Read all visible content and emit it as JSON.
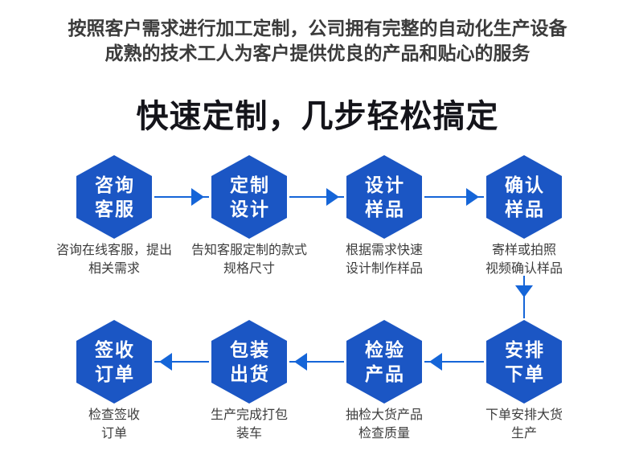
{
  "header": {
    "line1": "按照客户需求进行加工定制，公司拥有完整的自动化生产设备",
    "line2": "成熟的技术工人为客户提供优良的产品和贴心的服务"
  },
  "title": "快速定制，几步轻松搞定",
  "colors": {
    "hexagon": "#1b56c4",
    "arrow": "#1565d8",
    "title": "#14141a",
    "subtitle": "#3b3b3b",
    "caption": "#3d3d3d"
  },
  "icons": {
    "arrow_right": "css-triangle-right",
    "arrow_left": "css-triangle-left",
    "arrow_down": "css-triangle-down",
    "hexagon": "css-clip-path-hexagon"
  },
  "steps": [
    {
      "label_line1": "咨询",
      "label_line2": "客服",
      "caption_line1": "咨询在线客服，提出",
      "caption_line2": "相关需求"
    },
    {
      "label_line1": "定制",
      "label_line2": "设计",
      "caption_line1": "告知客服定制的款式",
      "caption_line2": "规格尺寸"
    },
    {
      "label_line1": "设计",
      "label_line2": "样品",
      "caption_line1": "根据需求快速",
      "caption_line2": "设计制作样品"
    },
    {
      "label_line1": "确认",
      "label_line2": "样品",
      "caption_line1": "寄样或拍照",
      "caption_line2": "视频确认样品"
    },
    {
      "label_line1": "安排",
      "label_line2": "下单",
      "caption_line1": "下单安排大货",
      "caption_line2": "生产"
    },
    {
      "label_line1": "检验",
      "label_line2": "产品",
      "caption_line1": "抽检大货产品",
      "caption_line2": "检查质量"
    },
    {
      "label_line1": "包装",
      "label_line2": "出货",
      "caption_line1": "生产完成打包",
      "caption_line2": "装车"
    },
    {
      "label_line1": "签收",
      "label_line2": "订单",
      "caption_line1": "检查签收",
      "caption_line2": "订单"
    }
  ]
}
